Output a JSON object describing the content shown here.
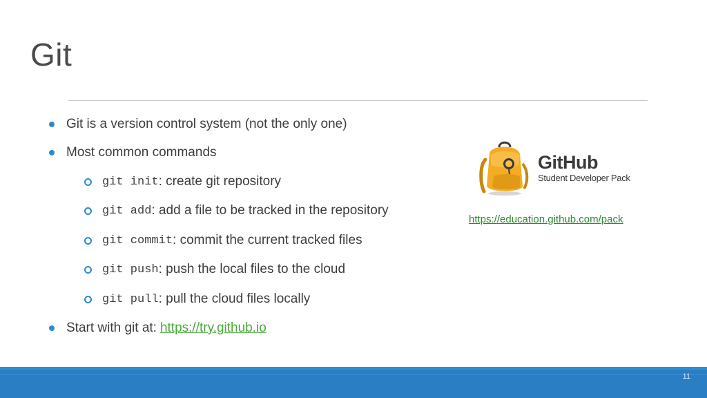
{
  "slide": {
    "title": "Git",
    "page_number": "11"
  },
  "bullets": [
    {
      "text": "Git is a version control system (not the only one)"
    },
    {
      "text": "Most common commands"
    }
  ],
  "commands": [
    {
      "code": "git init",
      "desc": ": create git repository"
    },
    {
      "code": "git add",
      "desc": ": add a file to be tracked in the repository"
    },
    {
      "code": "git commit",
      "desc": ": commit the current tracked files"
    },
    {
      "code": "git push",
      "desc": ": push the local files to the cloud"
    },
    {
      "code": "git pull",
      "desc": ": pull the cloud files locally"
    }
  ],
  "start": {
    "text": "Start with git at:",
    "link": "https://try.github.io"
  },
  "github_pack": {
    "logo_title": "GitHub",
    "logo_subtitle": "Student Developer Pack",
    "link": "https://education.github.com/pack",
    "icon": "backpack-icon"
  },
  "colors": {
    "bullet": "#2a8ad1",
    "link_green": "#4aa83a",
    "footer": "#2a7fc4",
    "backpack": "#f2a81d"
  }
}
